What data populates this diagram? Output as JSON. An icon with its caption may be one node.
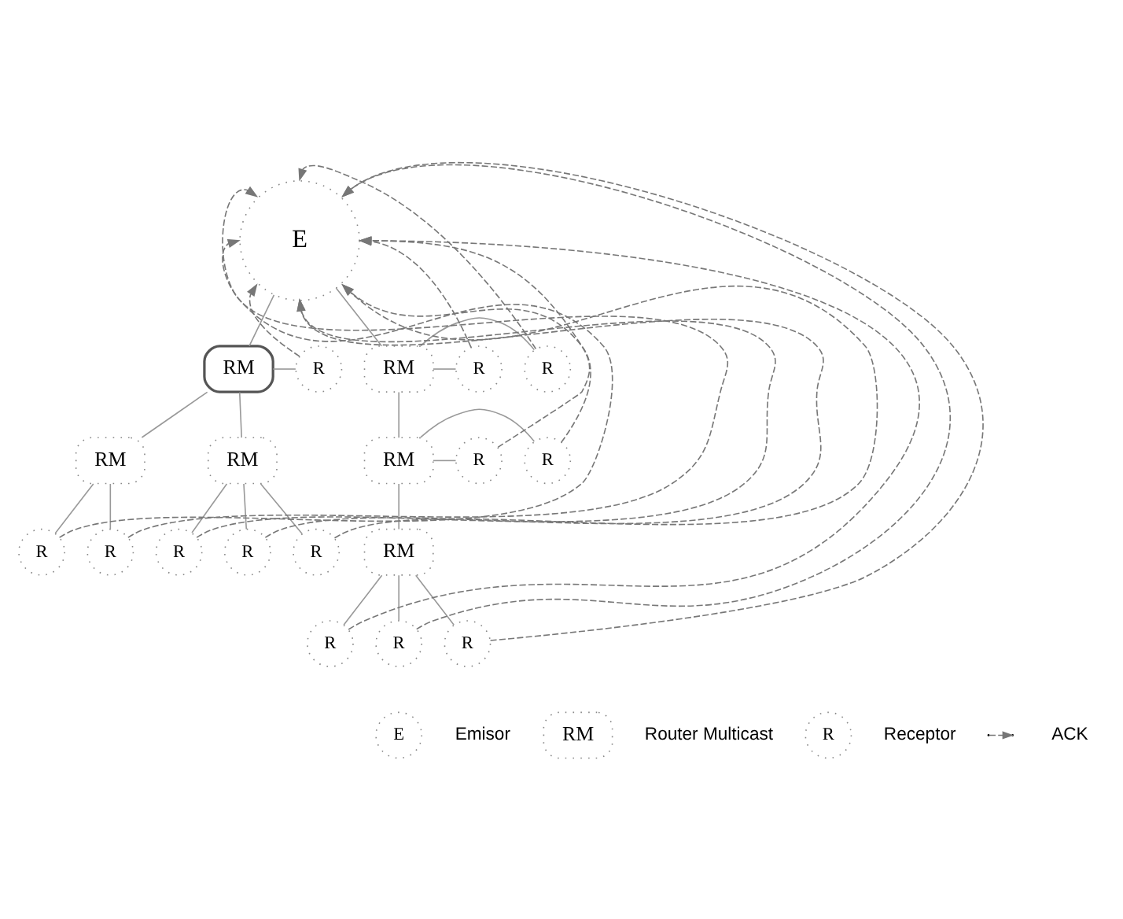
{
  "diagram": {
    "nodes": [
      {
        "text": [
          "E"
        ]
      },
      {
        "text": [
          "RM"
        ]
      },
      {
        "text": [
          "R"
        ]
      },
      {
        "text": [
          "RM"
        ]
      },
      {
        "text": [
          "R"
        ]
      },
      {
        "text": [
          "R"
        ]
      },
      {
        "text": [
          "RM"
        ]
      },
      {
        "text": [
          "RM"
        ]
      },
      {
        "text": [
          "R"
        ]
      },
      {
        "text": [
          "RM"
        ]
      },
      {
        "text": [
          "R"
        ]
      },
      {
        "text": [
          "R"
        ]
      },
      {
        "text": [
          "R"
        ]
      },
      {
        "text": [
          "R"
        ]
      },
      {
        "text": [
          "R"
        ]
      },
      {
        "text": [
          "R"
        ]
      },
      {
        "text": [
          "RM"
        ]
      },
      {
        "text": [
          "R"
        ]
      },
      {
        "text": [
          "R"
        ]
      },
      {
        "text": [
          "R"
        ]
      },
      {
        "text": [
          "E"
        ]
      },
      {
        "text": [
          "RM"
        ]
      },
      {
        "text": [
          "R"
        ]
      }
    ],
    "edges": [
      {
        "from": 0,
        "to": 1,
        "arrow": "none"
      },
      {
        "from": 0,
        "to": 3,
        "arrow": "none"
      },
      {
        "from": 1,
        "to": 2,
        "arrow": "none"
      },
      {
        "from": 3,
        "to": 4,
        "arrow": "none"
      },
      {
        "from": 3,
        "to": 5,
        "arrow": "none"
      },
      {
        "from": 1,
        "to": 6,
        "arrow": "none"
      },
      {
        "from": 1,
        "to": 7,
        "arrow": "none"
      },
      {
        "from": 3,
        "to": 9,
        "arrow": "none"
      },
      {
        "from": 9,
        "to": 8,
        "arrow": "none"
      },
      {
        "from": 9,
        "to": 10,
        "arrow": "none"
      },
      {
        "from": 6,
        "to": 11,
        "arrow": "none"
      },
      {
        "from": 6,
        "to": 12,
        "arrow": "none"
      },
      {
        "from": 7,
        "to": 13,
        "arrow": "none"
      },
      {
        "from": 7,
        "to": 14,
        "arrow": "none"
      },
      {
        "from": 7,
        "to": 15,
        "arrow": "none"
      },
      {
        "from": 9,
        "to": 16,
        "arrow": "none"
      },
      {
        "from": 16,
        "to": 17,
        "arrow": "none"
      },
      {
        "from": 16,
        "to": 18,
        "arrow": "none"
      },
      {
        "from": 16,
        "to": 19,
        "arrow": "none"
      },
      {
        "from": 2,
        "to": 0,
        "arrow": "to",
        "style": "dashed"
      },
      {
        "from": 4,
        "to": 0,
        "arrow": "to",
        "style": "dashed"
      },
      {
        "from": 5,
        "to": 0,
        "arrow": "to",
        "style": "dashed"
      },
      {
        "from": 8,
        "to": 0,
        "arrow": "to",
        "style": "dashed"
      },
      {
        "from": 10,
        "to": 0,
        "arrow": "to",
        "style": "dashed"
      },
      {
        "from": 11,
        "to": 0,
        "arrow": "to",
        "style": "dashed"
      },
      {
        "from": 12,
        "to": 0,
        "arrow": "to",
        "style": "dashed"
      },
      {
        "from": 13,
        "to": 0,
        "arrow": "to",
        "style": "dashed"
      },
      {
        "from": 14,
        "to": 0,
        "arrow": "to",
        "style": "dashed"
      },
      {
        "from": 15,
        "to": 0,
        "arrow": "to",
        "style": "dashed"
      },
      {
        "from": 17,
        "to": 0,
        "arrow": "to",
        "style": "dashed"
      },
      {
        "from": 18,
        "to": 0,
        "arrow": "to",
        "style": "dashed"
      },
      {
        "from": 19,
        "to": 0,
        "arrow": "to",
        "style": "dashed"
      }
    ],
    "legend": [
      {
        "text": "Emisor"
      },
      {
        "text": "Router Multicast"
      },
      {
        "text": "Receptor"
      },
      {
        "text": "ACK"
      }
    ]
  }
}
